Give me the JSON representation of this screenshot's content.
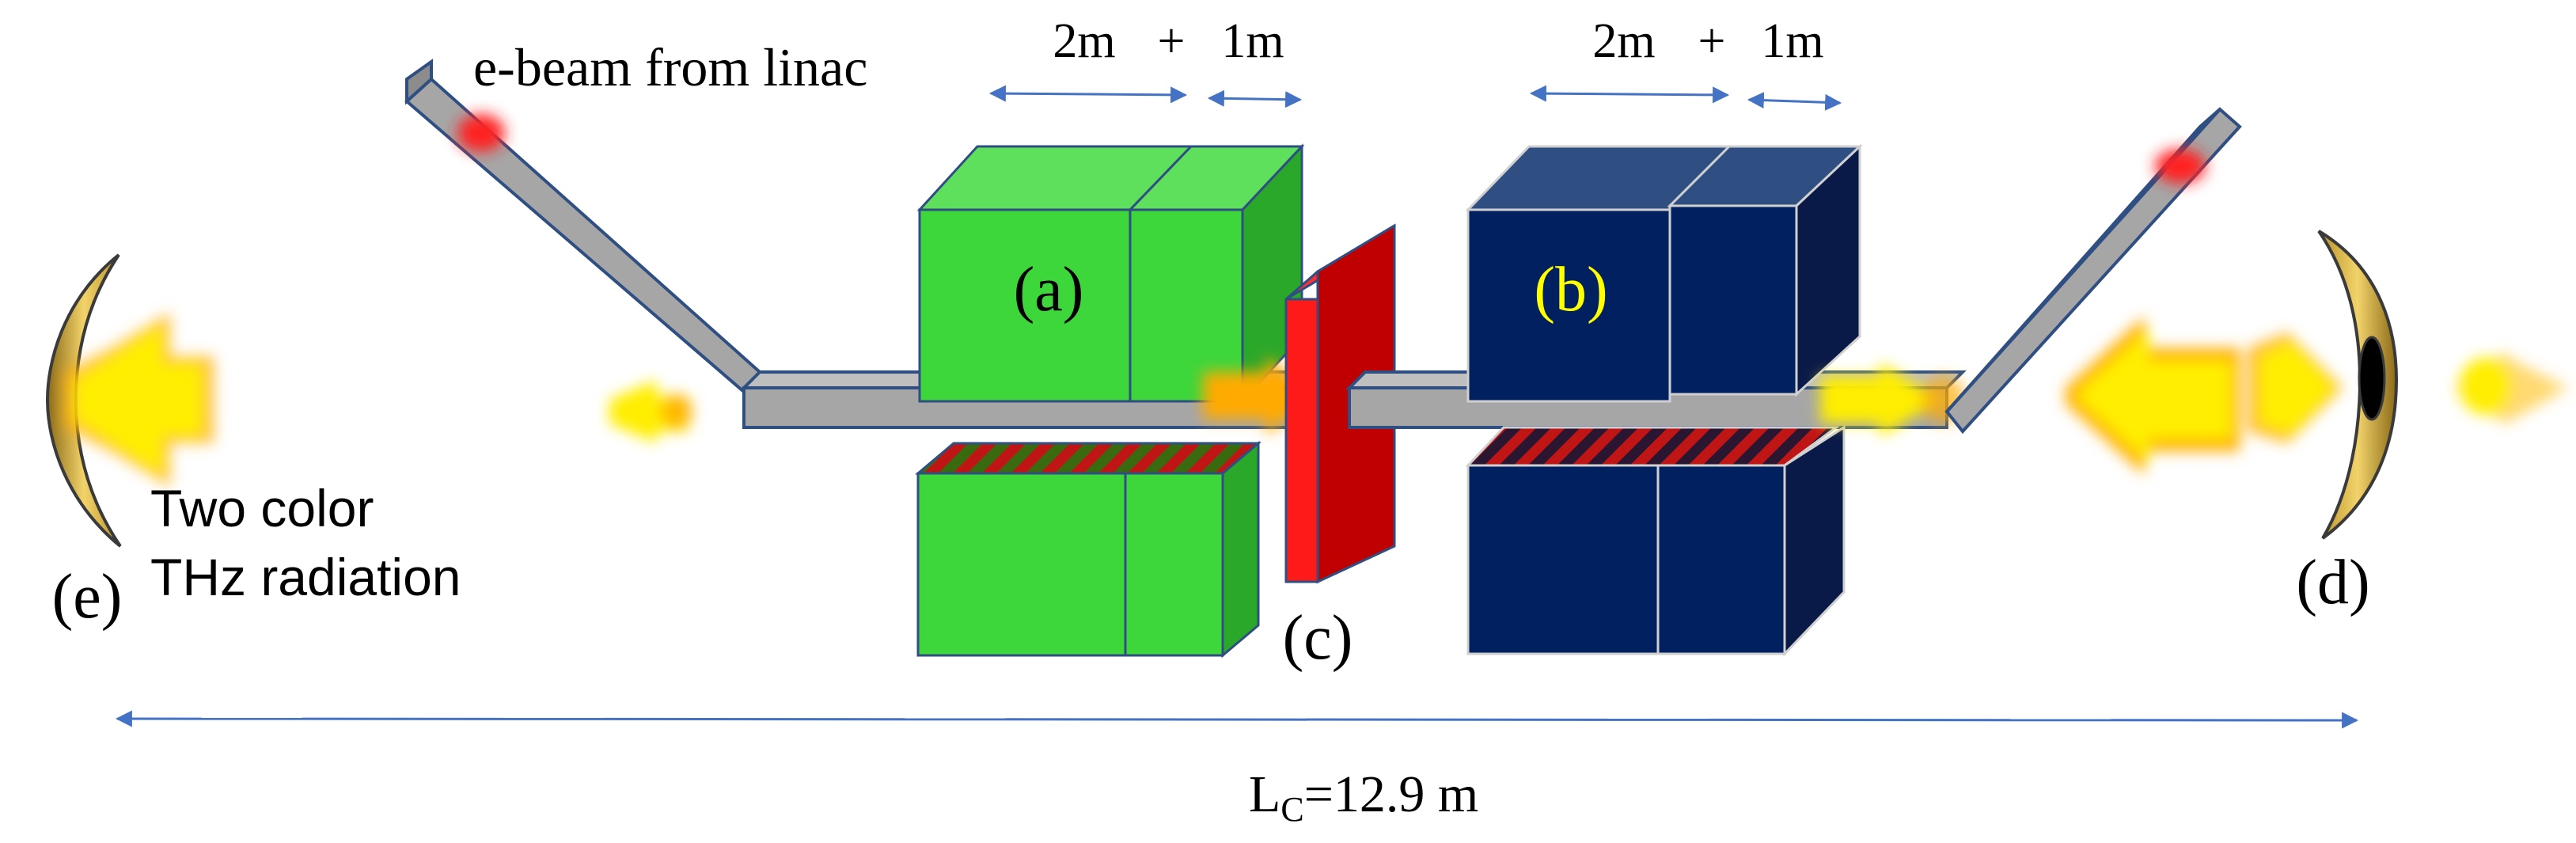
{
  "labels": {
    "ebeam": "e-beam from linac",
    "undulator_a": "(a)",
    "undulator_b": "(b)",
    "chicane_c": "(c)",
    "mirror_d": "(d)",
    "mirror_e": "(e)",
    "output_line1": "Two color",
    "output_line2": "THz radiation",
    "length_left_a": "2m",
    "plus_a": "+",
    "length_right_a": "1m",
    "length_left_b": "2m",
    "plus_b": "+",
    "length_right_b": "1m",
    "cavity_length_main": "L",
    "cavity_length_sub": "C",
    "cavity_length_value": "=12.9 m"
  },
  "colors": {
    "undulator_a_front": "#3dd63b",
    "undulator_a_top": "#5fe05d",
    "undulator_a_side": "#2aa82a",
    "undulator_b_front": "#002060",
    "undulator_b_top": "#2f4f83",
    "undulator_b_side": "#0a1a48",
    "chicane": "#ff1a1a",
    "chicane_side": "#c00000",
    "beampipe": "#a6a6a6",
    "beampipe_edge": "#2f4f83",
    "mirror_gold": "#d4a93a",
    "arrow": "#4472c4",
    "label_b": "#ffff00",
    "radiation": "#ffee00",
    "radiation_orange": "#ffaa00",
    "hotspot": "#ff2020"
  }
}
